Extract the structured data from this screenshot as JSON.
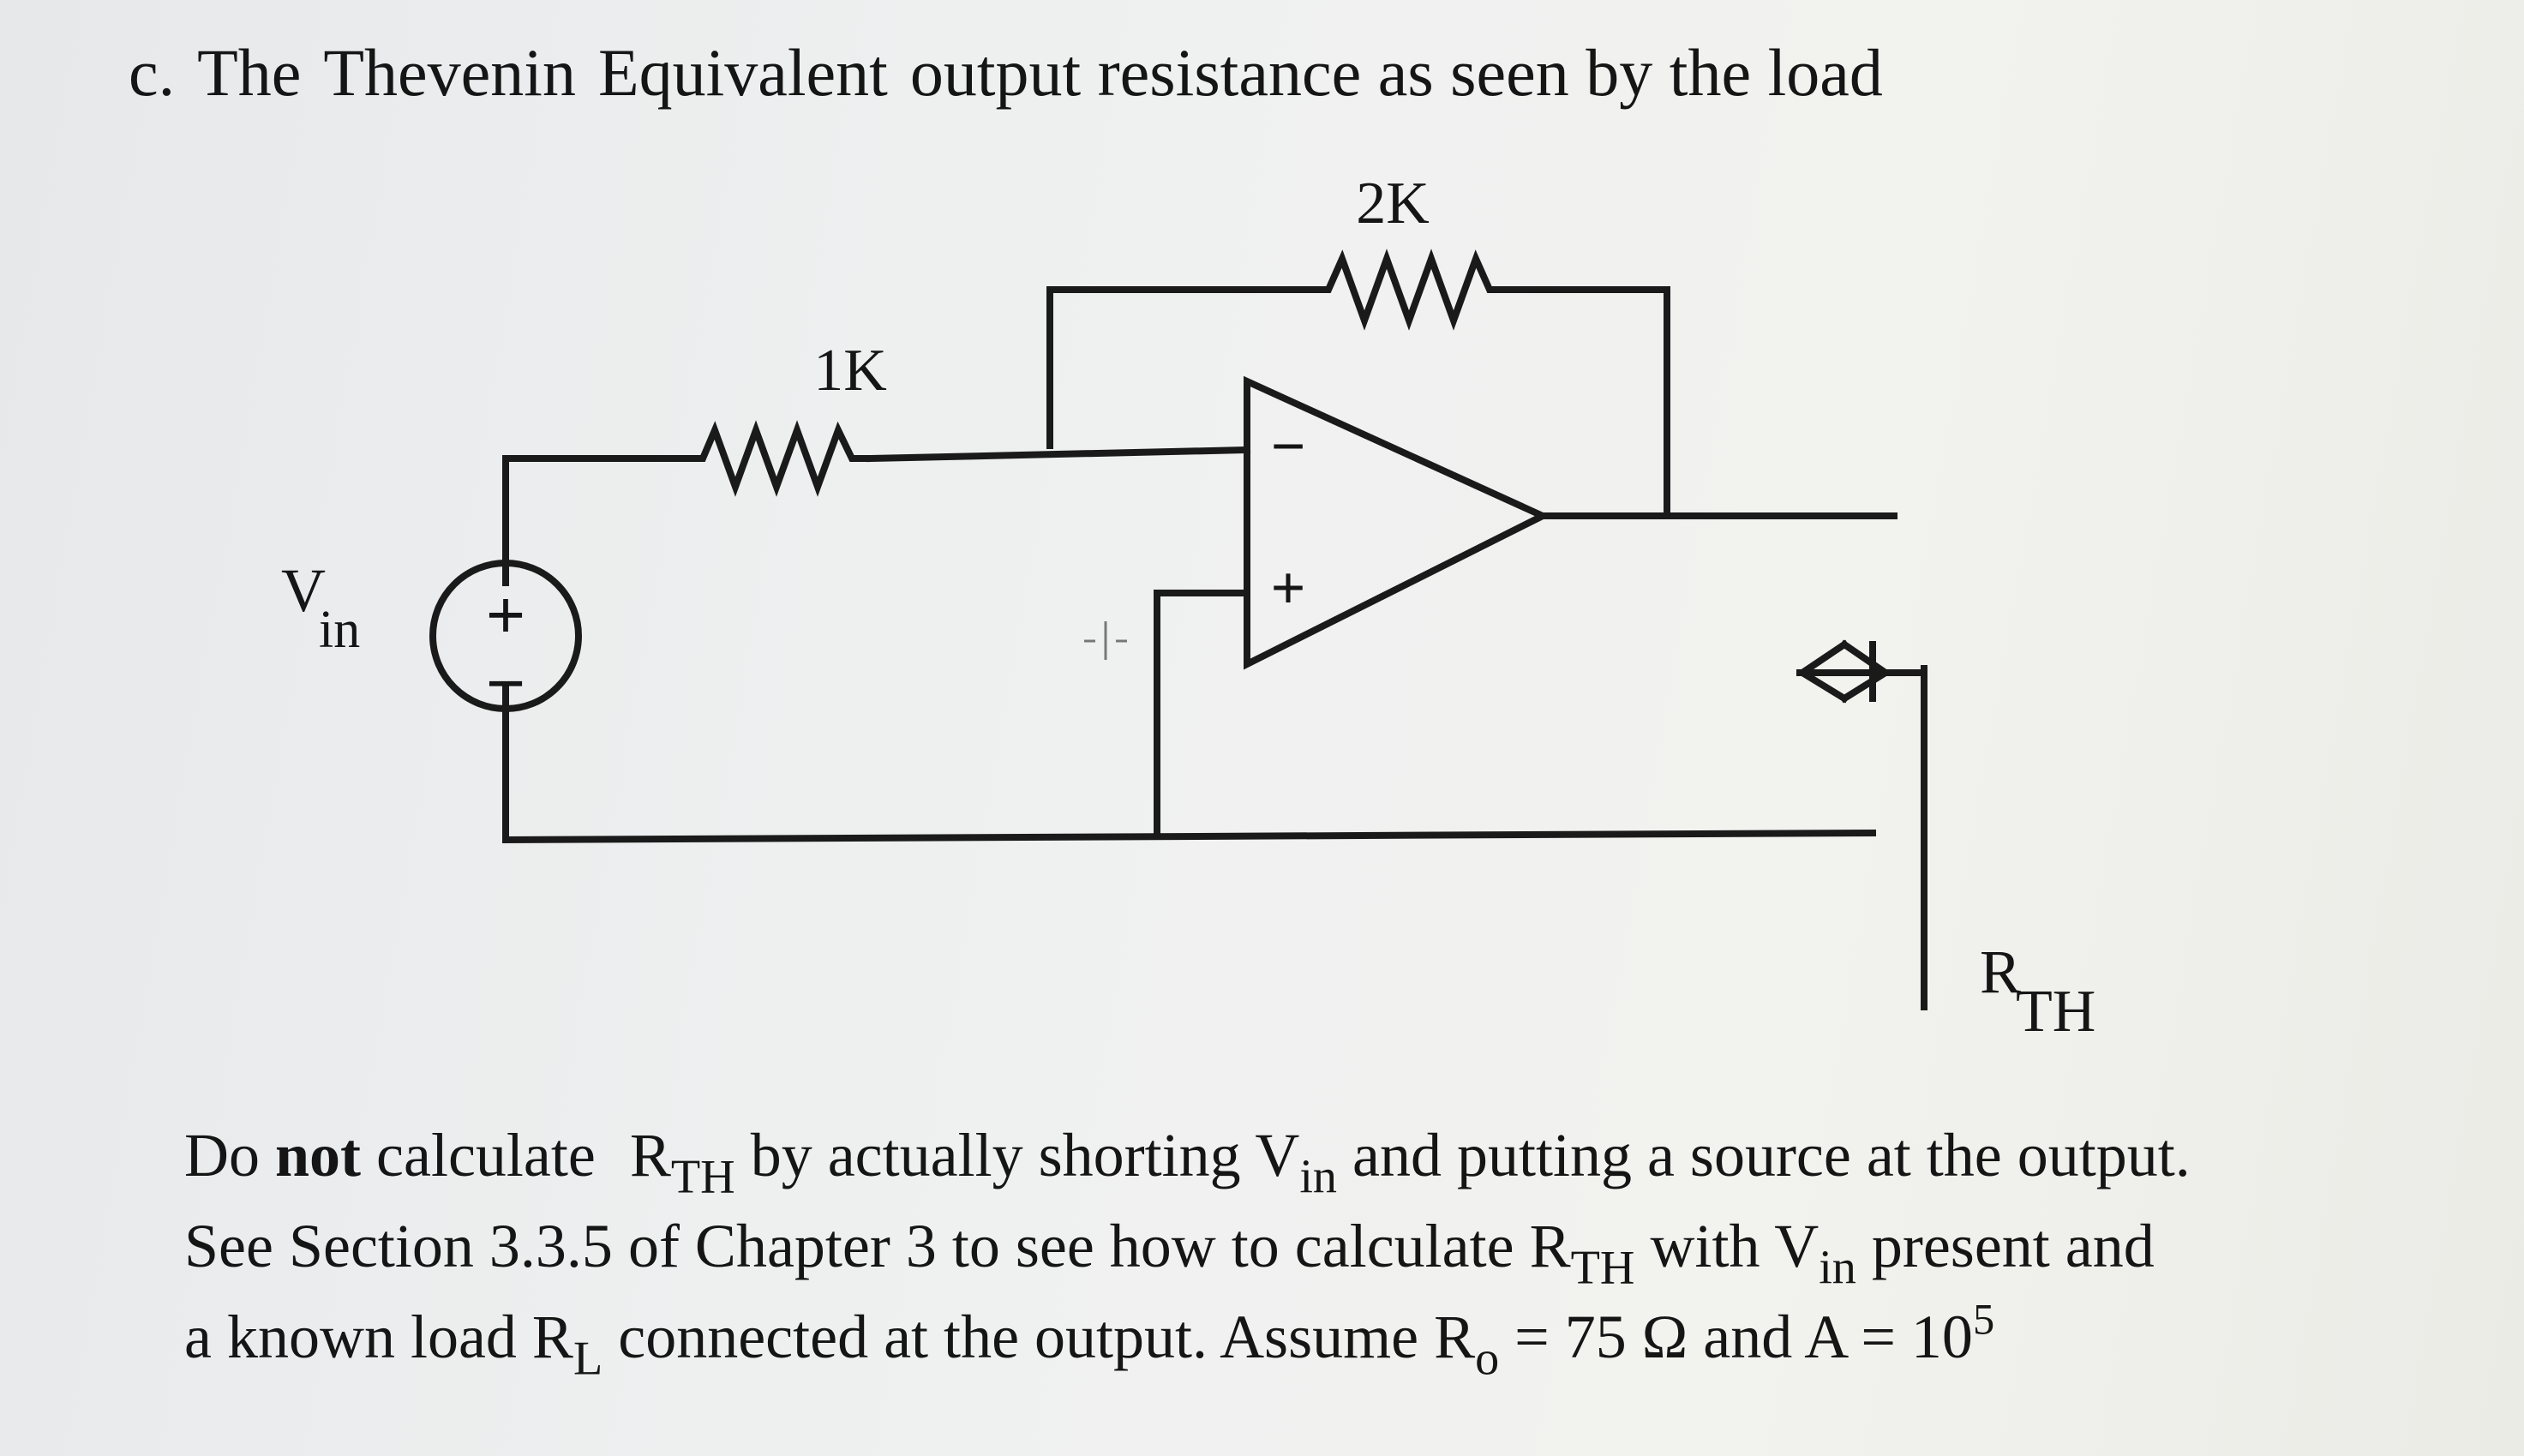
{
  "heading": {
    "part": "c.",
    "words": [
      "The",
      "Thevenin",
      "Equivalent",
      "output resistance as seen by the load"
    ]
  },
  "diagram": {
    "r_feedback": "2K",
    "r_input": "1K",
    "source": {
      "symbol": "V",
      "subscript": "in",
      "plus": "+",
      "minus": "−"
    },
    "opamp": {
      "inv": "−",
      "noninv": "+"
    },
    "rth": {
      "symbol": "R",
      "subscript": "TH"
    }
  },
  "note": {
    "l1_a": "Do",
    "l1_bold": "not",
    "l1_b": "calculate",
    "l1_r": "R",
    "l1_r_sub": "TH",
    "l1_c": "by actually shorting",
    "l1_v": "V",
    "l1_v_sub": "in",
    "l1_d": "and putting a source at the output.",
    "l2_a": "See",
    "l2_b": "Section 3.3.5",
    "l2_c": "of",
    "l2_d": "Chapter 3",
    "l2_e": "to see how to calculate",
    "l2_r": "R",
    "l2_r_sub": "TH",
    "l2_f": "with",
    "l2_v": "V",
    "l2_v_sub": "in",
    "l2_g": "present and",
    "l3_a": "a known load",
    "l3_rl": "R",
    "l3_rl_sub": "L",
    "l3_b": "connected at the output.",
    "l3_c": "Assume",
    "l3_ro": "R",
    "l3_ro_sub": "o",
    "l3_d": "= 75 Ω",
    "l3_e": "and",
    "l3_f": "A = 10",
    "l3_exp": "5"
  }
}
